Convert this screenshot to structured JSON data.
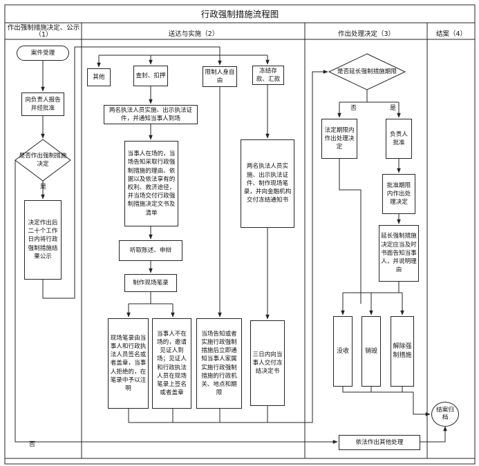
{
  "title": "行政强制措施流程图",
  "columns": {
    "c1": "作出强制措施决定、公示（1）",
    "c2": "送达与实施（2）",
    "c3": "作出处理决定（3）",
    "c4": "结案（4）"
  },
  "nodes": {
    "case_accept": "案件受理",
    "report": "向负责人报告并经批准",
    "decide": "是否作出强制措施决定",
    "publicize": "决定作出后二十个工作日内将行政强制措施结果公示",
    "other": "其他",
    "seal": "查封、扣押",
    "restrict": "限制人身自由",
    "freeze": "冻结存款、汇款",
    "two_officers": "两名执法人员实施、出示执法证件，并通知当事人到场",
    "inform": "当事人在场的，当场告知采取行政强制措施的理由、依据以及依法享有的权利、救济途径，并当场交付行政强制措施决定文书及清单",
    "hear": "听取陈述、申辩",
    "record": "制作现场笔录",
    "present": "现场笔录由当事人和行政执法人员签名或者盖章，当事人拒绝的，在笔录中予以注明",
    "absent": "当事人不在场的，邀请见证人到场；见证人和行政执法人员在现场笔录上签名或者盖章",
    "notify_family": "当场告知或者实施行政强制措施后立即通知当事人家属实施行政强制措施的行政机关、地点和期限",
    "freeze_detail": "两名执法人员实施、出示执法证件、制作现场笔录，并向金融机构交付冻结通知书",
    "three_days": "三日内向当事人交付冻结决定书",
    "extend_q": "是否延长强制措施期限",
    "statutory": "法定期限内作出处理决定",
    "leader": "负责人批准",
    "approved": "批准期限内作出处理决定",
    "extend_notice": "延长强制措施决定应当及时书面告知当事人，并说明理由",
    "confiscate": "没收",
    "destroy": "销毁",
    "release": "解除强制措施",
    "other_handle": "依法作出其他处理",
    "close": "结案归档"
  },
  "labels": {
    "yes": "是",
    "no": "否"
  }
}
